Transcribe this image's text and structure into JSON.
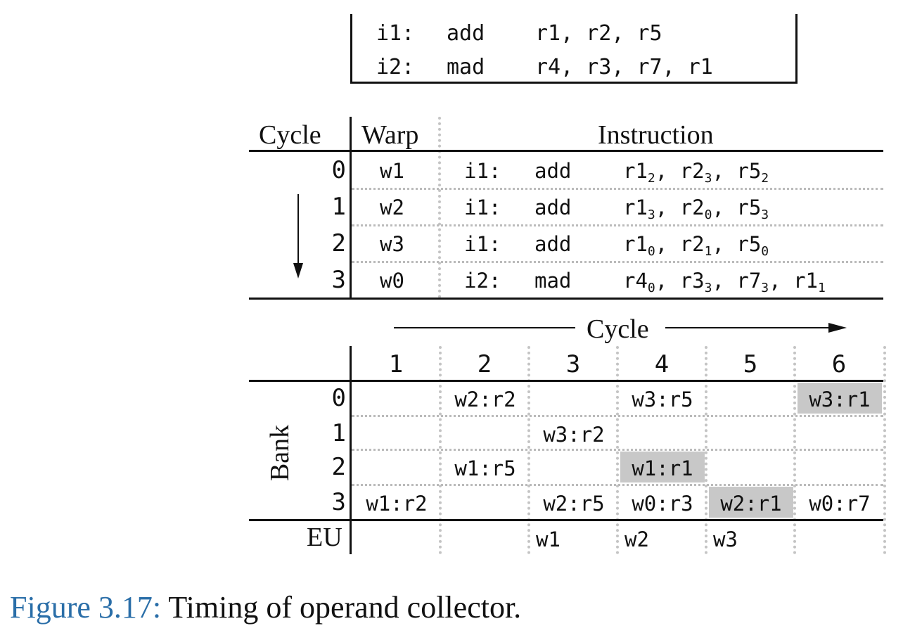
{
  "code": [
    {
      "label": "i1:",
      "op": "add",
      "args": "r1, r2, r5"
    },
    {
      "label": "i2:",
      "op": "mad",
      "args": "r4, r3, r7, r1"
    }
  ],
  "table1": {
    "headers": {
      "cycle": "Cycle",
      "warp": "Warp",
      "instruction": "Instruction"
    },
    "rows": [
      {
        "cycle": "0",
        "warp": "w1",
        "label": "i1:",
        "op": "add",
        "operands": [
          {
            "r": "r1",
            "s": "2"
          },
          {
            "r": "r2",
            "s": "3"
          },
          {
            "r": "r5",
            "s": "2"
          }
        ]
      },
      {
        "cycle": "1",
        "warp": "w2",
        "label": "i1:",
        "op": "add",
        "operands": [
          {
            "r": "r1",
            "s": "3"
          },
          {
            "r": "r2",
            "s": "0"
          },
          {
            "r": "r5",
            "s": "3"
          }
        ]
      },
      {
        "cycle": "2",
        "warp": "w3",
        "label": "i1:",
        "op": "add",
        "operands": [
          {
            "r": "r1",
            "s": "0"
          },
          {
            "r": "r2",
            "s": "1"
          },
          {
            "r": "r5",
            "s": "0"
          }
        ]
      },
      {
        "cycle": "3",
        "warp": "w0",
        "label": "i2:",
        "op": "mad",
        "operands": [
          {
            "r": "r4",
            "s": "0"
          },
          {
            "r": "r3",
            "s": "3"
          },
          {
            "r": "r7",
            "s": "3"
          },
          {
            "r": "r1",
            "s": "1"
          }
        ]
      }
    ]
  },
  "table2": {
    "cycle_label": "Cycle",
    "bank_label": "Bank",
    "eu_label": "EU",
    "cycles": [
      "1",
      "2",
      "3",
      "4",
      "5",
      "6"
    ],
    "banks": [
      "0",
      "1",
      "2",
      "3"
    ],
    "grid": [
      [
        "",
        "w2:r2",
        "",
        "w3:r5",
        "",
        "w3:r1"
      ],
      [
        "",
        "",
        "w3:r2",
        "",
        "",
        ""
      ],
      [
        "",
        "w1:r5",
        "",
        "w1:r1",
        "",
        ""
      ],
      [
        "w1:r2",
        "",
        "w2:r5",
        "w0:r3",
        "w2:r1",
        "w0:r7"
      ]
    ],
    "shaded": [
      [
        0,
        5
      ],
      [
        2,
        3
      ],
      [
        3,
        4
      ]
    ],
    "eu": [
      "",
      "",
      "w1",
      "w2",
      "w3",
      ""
    ]
  },
  "caption": {
    "figure": "Figure 3.17:",
    "text": " Timing of operand collector."
  }
}
